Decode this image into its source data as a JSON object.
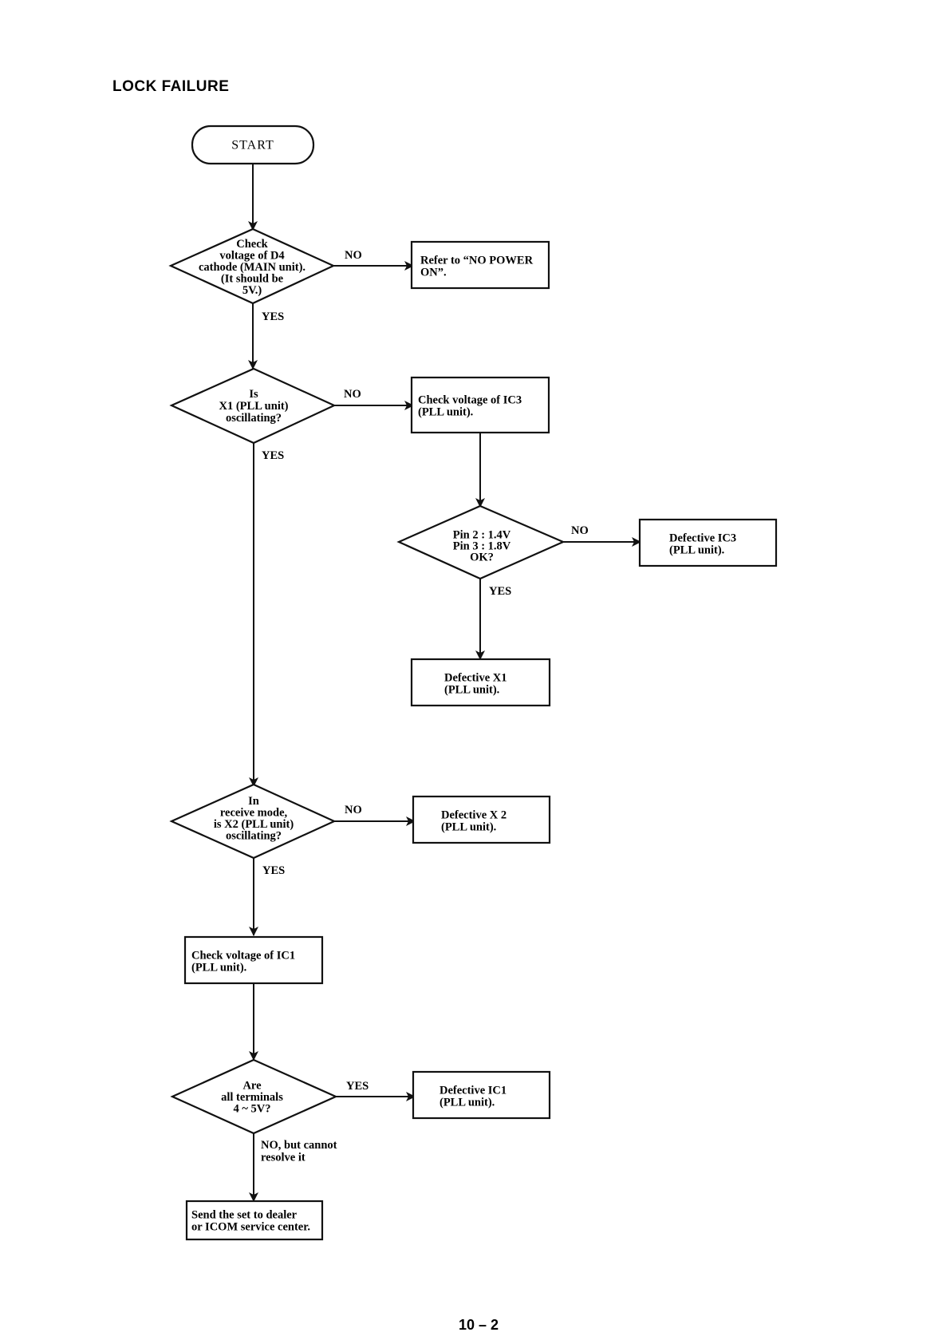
{
  "page": {
    "title": "LOCK FAILURE",
    "page_number": "10 – 2"
  },
  "nodes": {
    "start": {
      "lines": [
        "START"
      ]
    },
    "check_d4": {
      "lines": [
        "Check",
        "voltage of D4",
        "cathode (MAIN unit).",
        "(It should be",
        "5V.)"
      ]
    },
    "no_power": {
      "lines": [
        "Refer to “NO POWER",
        "ON”."
      ]
    },
    "x1_osc": {
      "lines": [
        "Is",
        "X1 (PLL unit)",
        "oscillating?"
      ]
    },
    "check_ic3": {
      "lines": [
        "Check voltage of IC3",
        "(PLL unit)."
      ]
    },
    "pin_ok": {
      "lines": [
        "Pin 2 : 1.4V",
        "Pin 3 : 1.8V",
        "OK?"
      ]
    },
    "def_ic3": {
      "lines": [
        "Defective IC3",
        "(PLL unit)."
      ]
    },
    "def_x1": {
      "lines": [
        "Defective X1",
        "(PLL unit)."
      ]
    },
    "x2_osc": {
      "lines": [
        "In",
        "receive mode,",
        "is X2 (PLL unit)",
        "oscillating?"
      ]
    },
    "def_x2": {
      "lines": [
        "Defective X 2",
        "(PLL unit)."
      ]
    },
    "check_ic1": {
      "lines": [
        "Check voltage of IC1",
        "(PLL unit)."
      ]
    },
    "terminals": {
      "lines": [
        "Are",
        "all terminals",
        "4 ~ 5V?"
      ]
    },
    "def_ic1": {
      "lines": [
        "Defective IC1",
        "(PLL unit)."
      ]
    },
    "send": {
      "lines": [
        "Send the set to dealer",
        "or ICOM service center."
      ]
    }
  },
  "edges": {
    "d4_no": [
      "NO"
    ],
    "d4_yes": [
      "YES"
    ],
    "x1_no": [
      "NO"
    ],
    "x1_yes": [
      "YES"
    ],
    "pin_no": [
      "NO"
    ],
    "pin_yes": [
      "YES"
    ],
    "x2_no": [
      "NO"
    ],
    "x2_yes": [
      "YES"
    ],
    "term_yes": [
      "YES"
    ],
    "term_no": [
      "NO, but cannot",
      "resolve it"
    ]
  }
}
